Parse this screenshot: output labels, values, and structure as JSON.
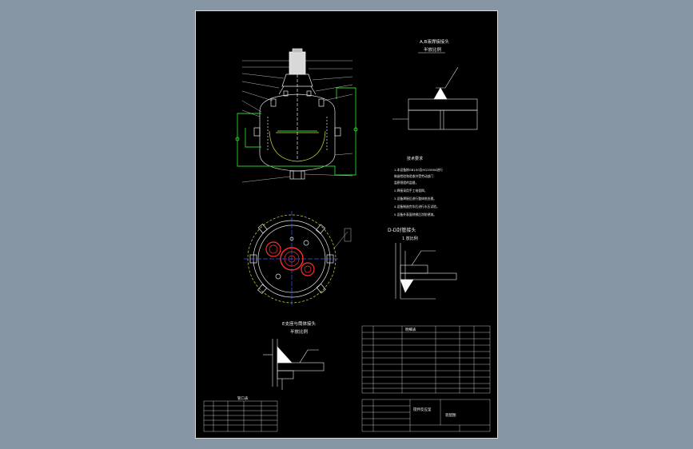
{
  "colors": {
    "background": "#8696a5",
    "sheet": "#000000",
    "line": "#e8e8e8",
    "jacket": "#2bd12b",
    "hidden": "#d8d840",
    "flange": "#ff3030",
    "centerline": "#3a5cff",
    "motor": "#d8d8d8"
  },
  "views": {
    "front_elevation": "reactor-front-elevation",
    "top_plan": "reactor-top-plan"
  },
  "details": {
    "detail_a": {
      "title": "A,B液焊接接头",
      "subtitle": "半放比例"
    },
    "detail_c": {
      "title": "D-D封管接头",
      "subtitle": "1 放比例"
    },
    "detail_d": {
      "title": "E支座与筒体接头",
      "subtitle": "半放比例"
    }
  },
  "notes": {
    "heading": "技术要求",
    "lines": [
      "1.本设备按GB150及HG20584进行",
      "制造检验和验收并受劳动部门",
      "监察规程的监督。",
      "2.焊接采用手工电弧焊。",
      "3.设备焊接后进行整体热处理。",
      "4.设备制造完毕后进行水压试验。",
      "5.设备外表面除锈后涂防锈漆。"
    ]
  },
  "parts_list": {
    "header": "明细表"
  },
  "nozzle_table": {
    "title": "管口表"
  },
  "title_block": {
    "drawing_name": "搅拌反应釜",
    "school": "装配图"
  }
}
